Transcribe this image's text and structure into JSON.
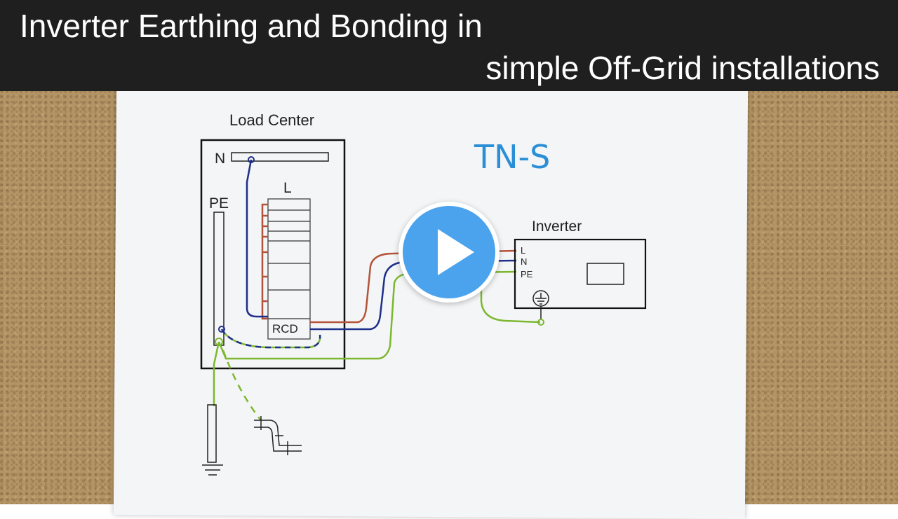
{
  "video": {
    "title_line1": "Inverter Earthing and Bonding in",
    "title_line2": "simple Off-Grid installations"
  },
  "diagram": {
    "load_center_label": "Load Center",
    "neutral_bar_label": "N",
    "pe_bar_label": "PE",
    "breakers_label": "L",
    "rcd_label": "RCD",
    "system_type": "TN-S",
    "inverter_label": "Inverter",
    "inverter_terminals": [
      "L",
      "N",
      "PE"
    ]
  },
  "colors": {
    "line": "#b5533a",
    "neutral": "#1d2f8a",
    "earth": "#7cb82f",
    "annotation": "#2a8fd6",
    "play": "#4aa3ec",
    "banner": "#1f1f1f"
  },
  "icons": [
    "earth-ground-symbol",
    "play-icon"
  ]
}
